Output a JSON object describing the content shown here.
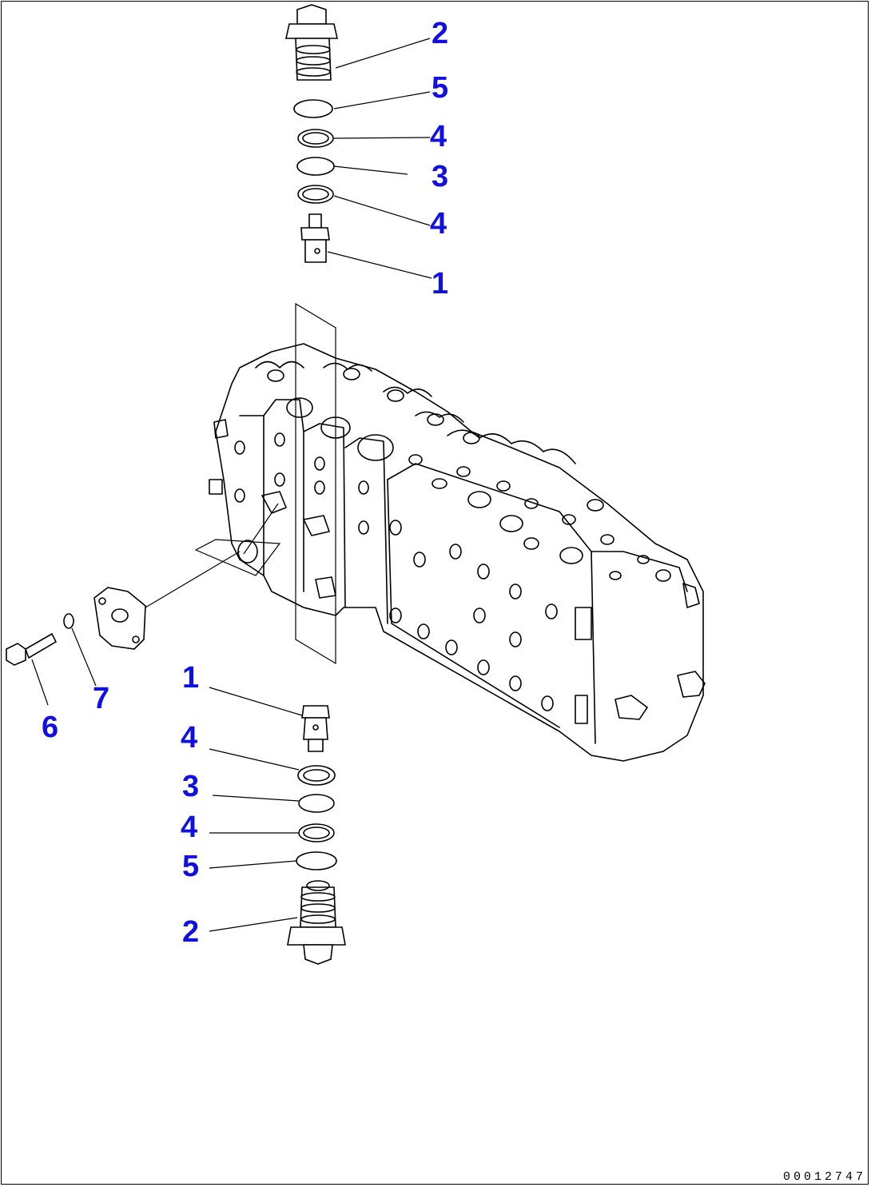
{
  "callouts": {
    "top": [
      "2",
      "5",
      "4",
      "3",
      "4",
      "1"
    ],
    "side": [
      "7",
      "6"
    ],
    "bottom": [
      "1",
      "4",
      "3",
      "4",
      "5",
      "2"
    ]
  },
  "drawing_code": "00012747",
  "colors": {
    "callout": "#1010e0",
    "line": "#000000",
    "background": "#ffffff"
  }
}
